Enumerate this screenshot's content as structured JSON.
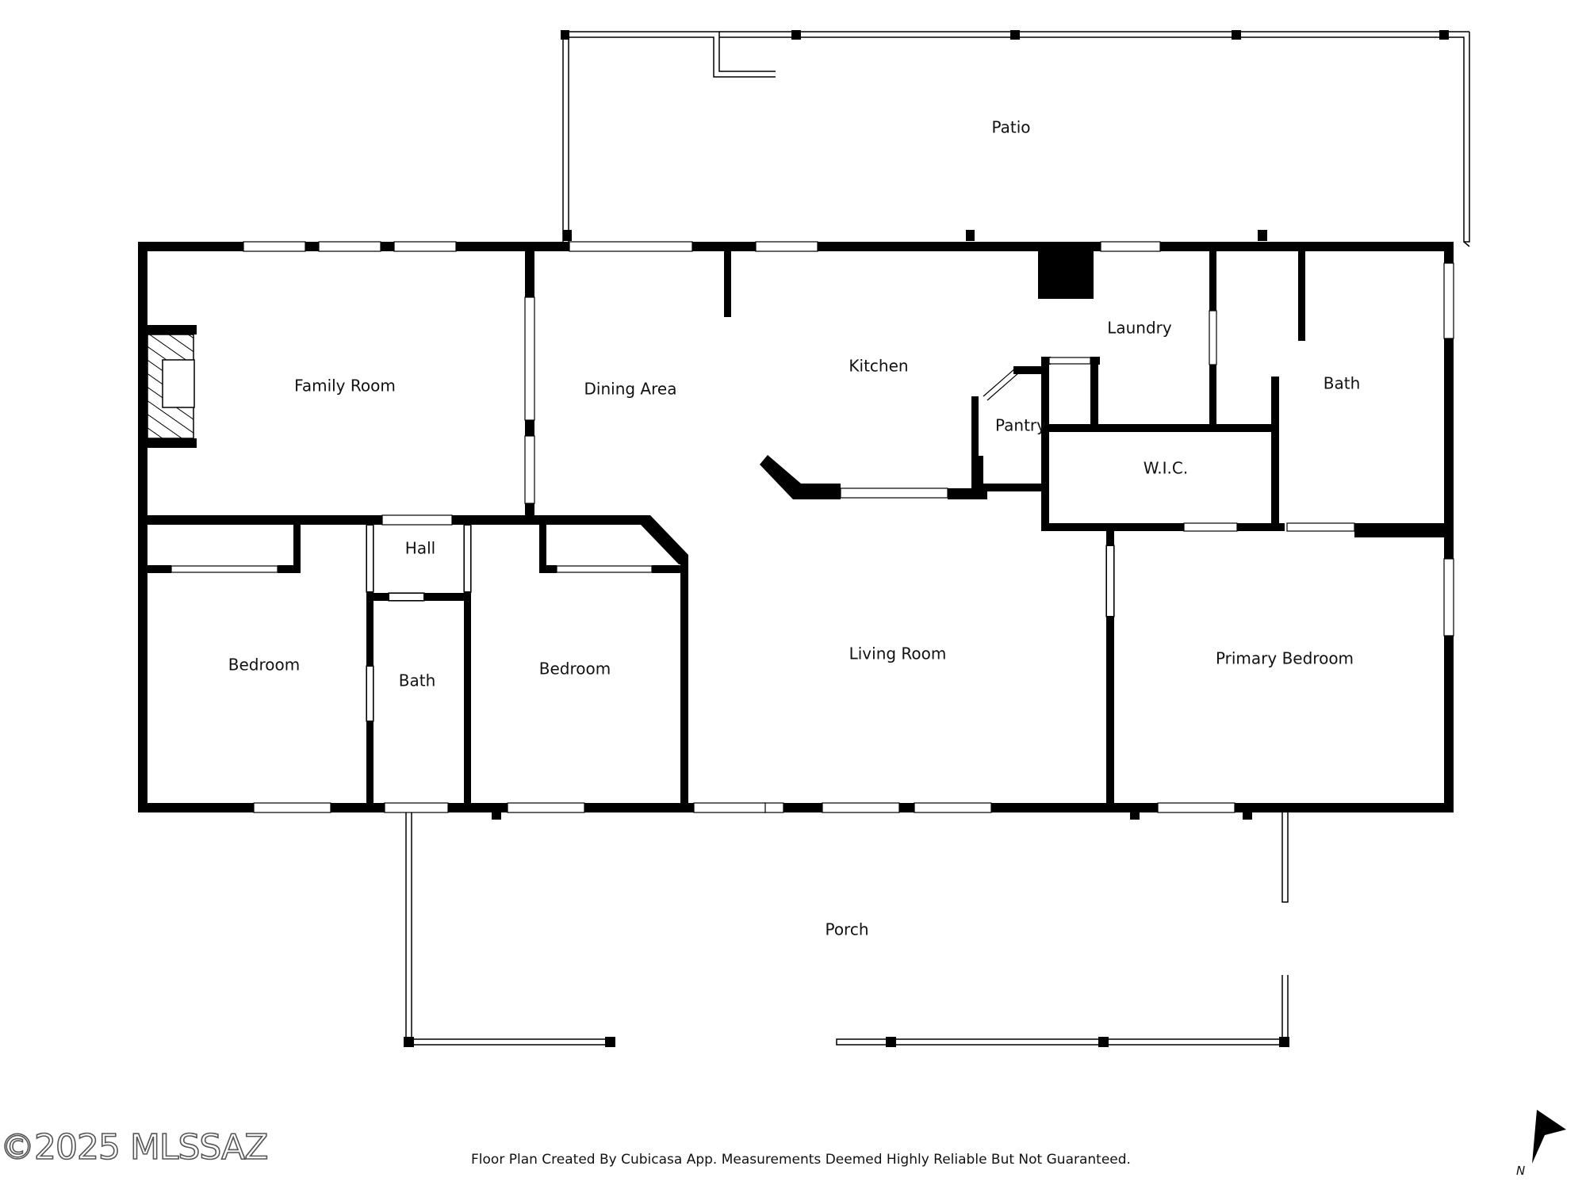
{
  "colors": {
    "wall": "#000000",
    "background": "#ffffff",
    "window": "#ffffff",
    "text": "#111111"
  },
  "rooms": {
    "patio": "Patio",
    "family_room": "Family Room",
    "dining_area": "Dining Area",
    "kitchen": "Kitchen",
    "laundry": "Laundry",
    "pantry": "Pantry",
    "wic": "W.I.C.",
    "primary_bath": "Bath",
    "hall": "Hall",
    "bedroom_west": "Bedroom",
    "hall_bath": "Bath",
    "bedroom_middle": "Bedroom",
    "living_room": "Living Room",
    "primary_bedroom": "Primary Bedroom",
    "porch": "Porch"
  },
  "footer": {
    "copyright": "©2025 MLSSAZ",
    "disclaimer": "Floor Plan Created By Cubicasa App. Measurements Deemed Highly Reliable But Not Guaranteed."
  },
  "compass": {
    "icon": "north-arrow-icon",
    "label": "N"
  },
  "fireplace_icon": "fireplace-icon"
}
